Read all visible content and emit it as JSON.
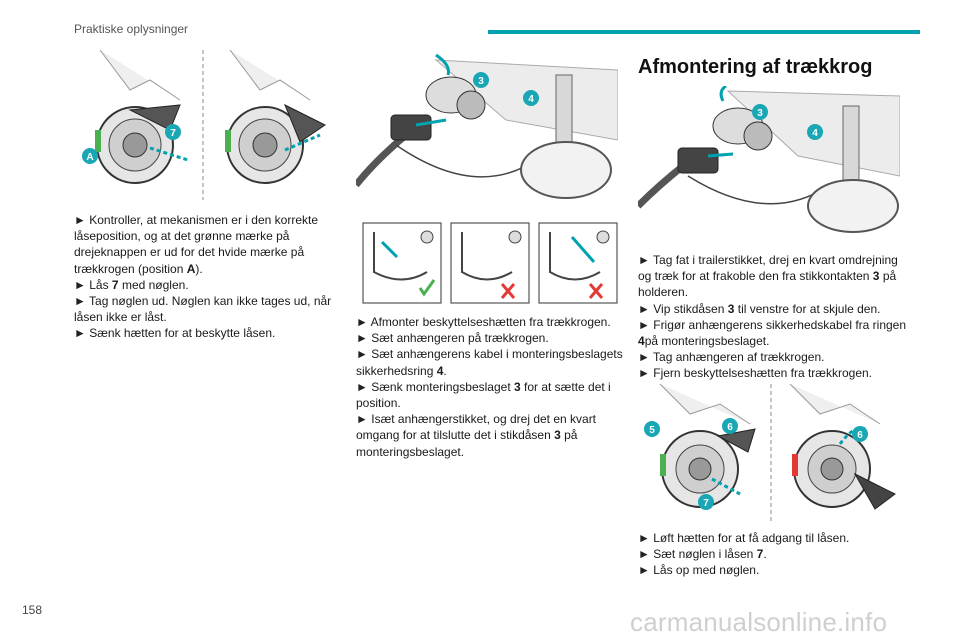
{
  "header": {
    "section": "Praktiske oplysninger",
    "accent_color": "#00a2b0"
  },
  "page_number": "158",
  "watermark": "carmanualsonline.info",
  "figures": {
    "fig1": {
      "callouts": [
        "A",
        "7"
      ]
    },
    "fig2": {
      "callouts": [
        "3",
        "4"
      ]
    },
    "fig3": {
      "callouts": [
        "3",
        "4"
      ]
    },
    "fig4": {
      "callouts": [
        "5",
        "6",
        "7",
        "6"
      ]
    }
  },
  "column1": {
    "items": [
      {
        "bullet": "►",
        "before": "Kontroller, at mekanismen er i den korrekte låseposition, og at det grønne mærke på drejeknappen er ud for det hvide mærke på trækkrogen (position ",
        "bold": "A",
        "after": ")."
      },
      {
        "bullet": "►",
        "before": "Lås ",
        "bold": "7",
        "after": " med nøglen."
      },
      {
        "bullet": "►",
        "before": "Tag nøglen ud. Nøglen kan ikke tages ud, når låsen ikke er låst.",
        "bold": "",
        "after": ""
      },
      {
        "bullet": "►",
        "before": "Sænk hætten for at beskytte låsen.",
        "bold": "",
        "after": ""
      }
    ]
  },
  "column2": {
    "items": [
      {
        "bullet": "►",
        "before": "Afmonter beskyttelseshætten fra trækkrogen.",
        "bold": "",
        "after": ""
      },
      {
        "bullet": "►",
        "before": "Sæt anhængeren på trækkrogen.",
        "bold": "",
        "after": ""
      },
      {
        "bullet": "►",
        "before": "Sæt anhængerens kabel i monteringsbeslagets sikkerhedsring ",
        "bold": "4",
        "after": "."
      },
      {
        "bullet": "►",
        "before": "Sænk monteringsbeslaget ",
        "bold": "3",
        "after": " for at sætte det i position."
      },
      {
        "bullet": "►",
        "before": "Isæt anhængerstikket, og drej det en kvart omgang for at tilslutte det i stikdåsen ",
        "bold": "3",
        "after": " på monteringsbeslaget."
      }
    ]
  },
  "column3": {
    "title": "Afmontering af trækkrog",
    "items": [
      {
        "bullet": "►",
        "before": "Tag fat i trailerstikket, drej en kvart omdrejning og træk for at frakoble den fra stikkontakten ",
        "bold": "3",
        "after": " på holderen."
      },
      {
        "bullet": "►",
        "before": "Vip stikdåsen ",
        "bold": "3",
        "after": " til venstre for at skjule den."
      },
      {
        "bullet": "►",
        "before": "Frigør anhængerens sikkerhedskabel fra ringen ",
        "bold": "4",
        "after": "på monteringsbeslaget."
      },
      {
        "bullet": "►",
        "before": "Tag anhængeren af trækkrogen.",
        "bold": "",
        "after": ""
      },
      {
        "bullet": "►",
        "before": "Fjern beskyttelseshætten fra trækkrogen.",
        "bold": "",
        "after": ""
      }
    ],
    "items2": [
      {
        "bullet": "►",
        "before": "Løft hætten for at få adgang til låsen.",
        "bold": "",
        "after": ""
      },
      {
        "bullet": "►",
        "before": "Sæt nøglen i låsen ",
        "bold": "7",
        "after": "."
      },
      {
        "bullet": "►",
        "before": "Lås op med nøglen.",
        "bold": "",
        "after": ""
      }
    ]
  }
}
